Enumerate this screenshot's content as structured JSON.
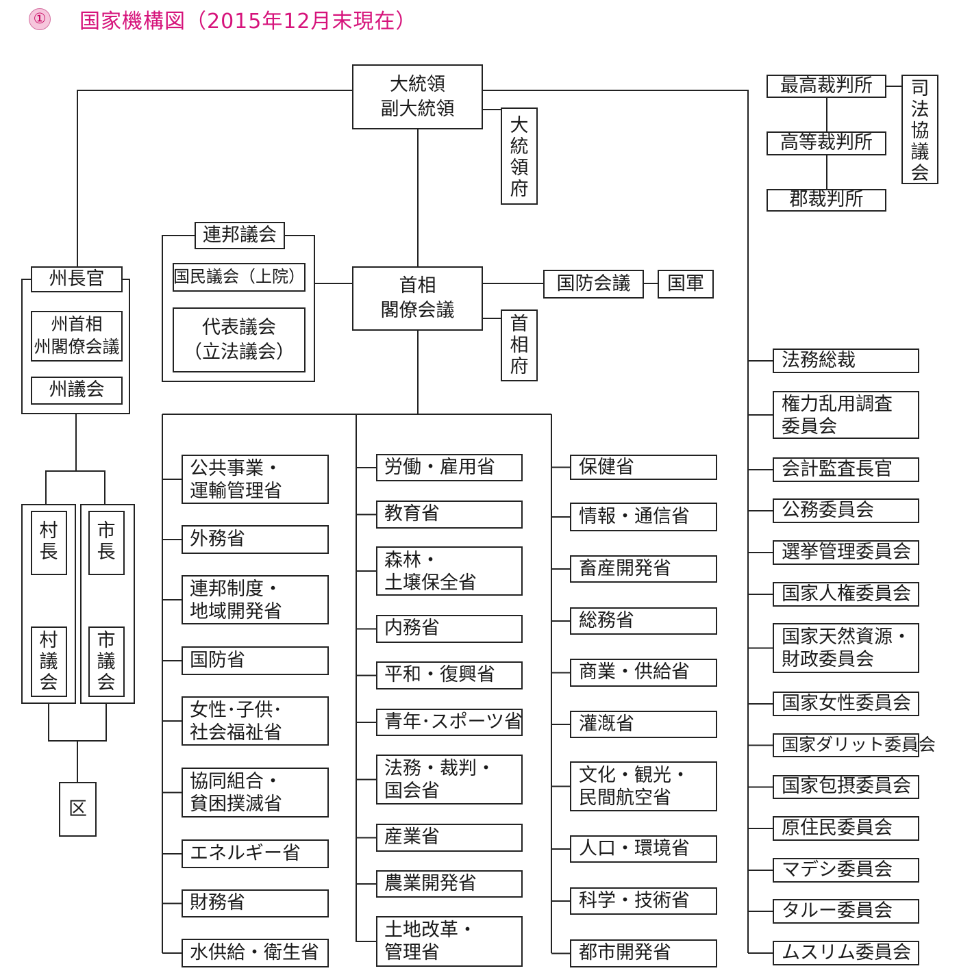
{
  "header": {
    "badge": "①",
    "title": "国家機構図（2015年12月末現在）"
  },
  "colors": {
    "title": "#d6137b",
    "badge_fill": "#f6c6dc",
    "line": "#222222"
  },
  "top": {
    "president": "大統領\n副大統領",
    "president_office": "大統領府",
    "pm": "首相\n閣僚会議",
    "pm_office": "首相府",
    "defense_council": "国防会議",
    "army": "国軍"
  },
  "parliament": {
    "title": "連邦議会",
    "upper": "国民議会（上院）",
    "lower": "代表議会\n（立法議会）"
  },
  "judiciary": {
    "supreme": "最高裁判所",
    "high": "高等裁判所",
    "district": "郡裁判所",
    "council": "司法協議会"
  },
  "province": {
    "governor": "州長官",
    "cabinet": "州首相\n州閣僚会議",
    "assembly": "州議会",
    "village_head": "村長",
    "village_council": "村議会",
    "city_head": "市長",
    "city_council": "市議会",
    "ward": "区"
  },
  "ministries_col1": [
    "公共事業・\n運輸管理省",
    "外務省",
    "連邦制度・\n地域開発省",
    "国防省",
    "女性･子供･\n社会福祉省",
    "協同組合・\n貧困撲滅省",
    "エネルギー省",
    "財務省",
    "水供給・衛生省"
  ],
  "ministries_col2": [
    "労働・雇用省",
    "教育省",
    "森林・\n土壌保全省",
    "内務省",
    "平和・復興省",
    "青年･スポーツ省",
    "法務・裁判・\n国会省",
    "産業省",
    "農業開発省",
    "土地改革・\n管理省"
  ],
  "ministries_col3": [
    "保健省",
    "情報・通信省",
    "畜産開発省",
    "総務省",
    "商業・供給省",
    "灌漑省",
    "文化・観光・\n民間航空省",
    "人口・環境省",
    "科学・技術省",
    "都市開発省"
  ],
  "commissions": [
    "法務総裁",
    "権力乱用調査\n委員会",
    "会計監査長官",
    "公務委員会",
    "選挙管理委員会",
    "国家人権委員会",
    "国家天然資源・\n財政委員会",
    "国家女性委員会",
    "国家ダリット委員会",
    "国家包摂委員会",
    "原住民委員会",
    "マデシ委員会",
    "タルー委員会",
    "ムスリム委員会"
  ]
}
